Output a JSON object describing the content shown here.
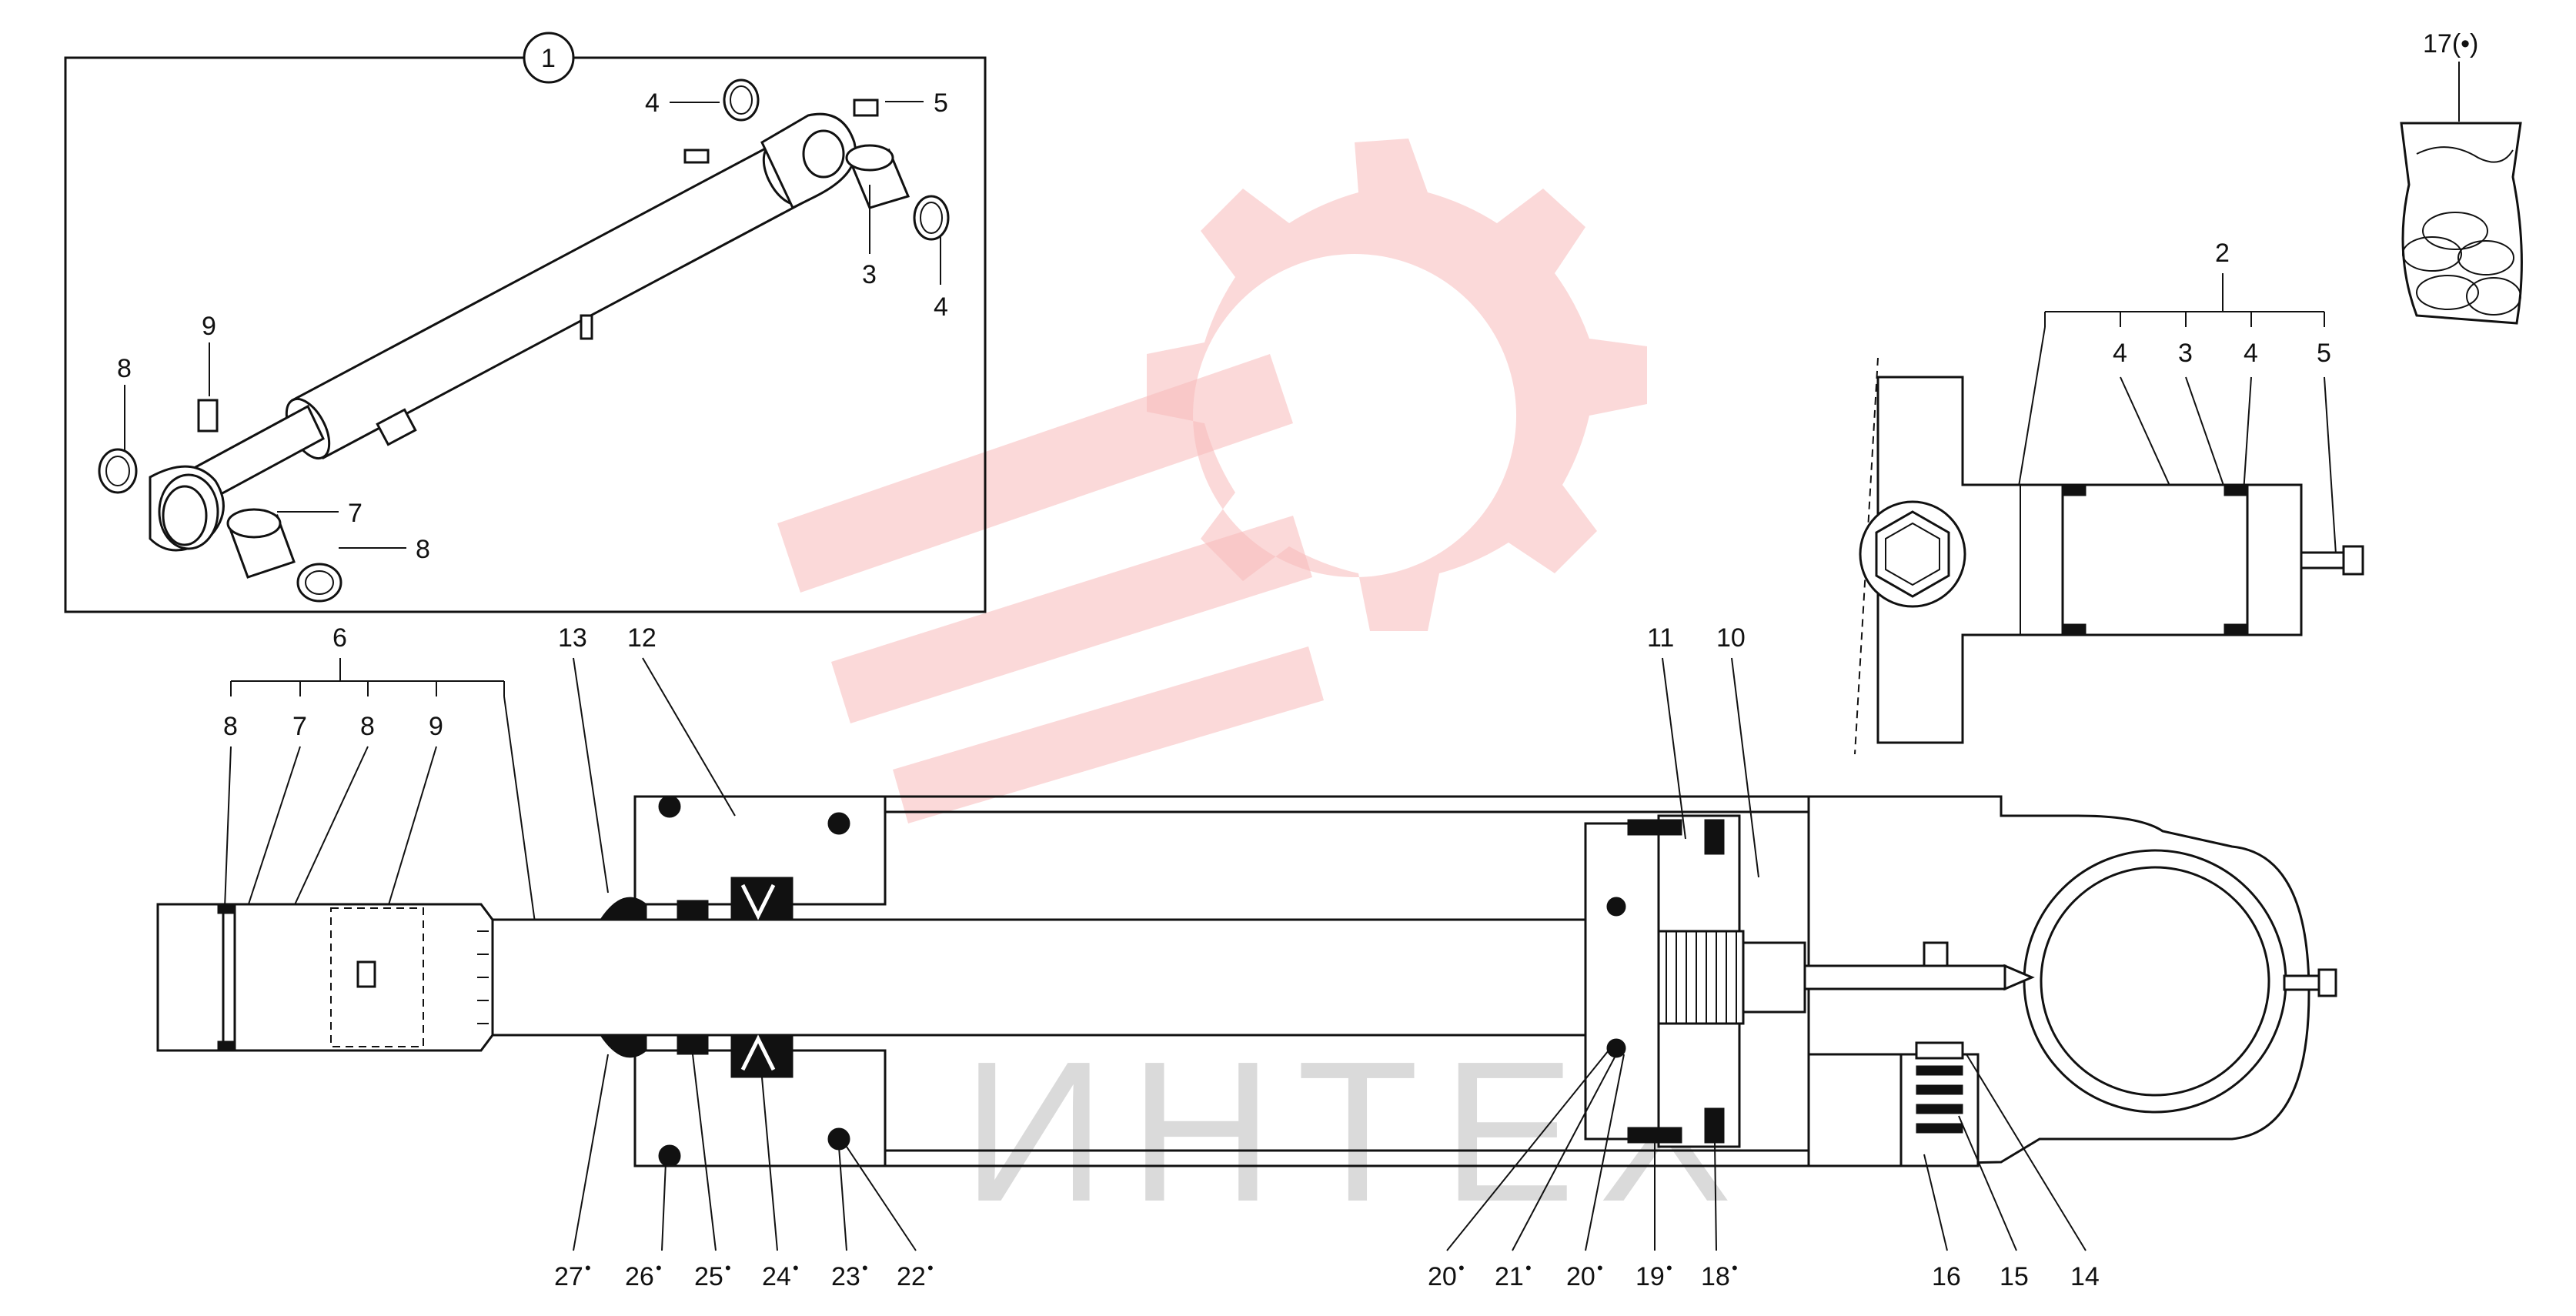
{
  "watermark": {
    "text": "ИНТЕХ",
    "logo_color": "#f7b9b9",
    "text_color": "#bdbdbd"
  },
  "labels": {
    "kit_number": "1",
    "inset_4a": "4",
    "inset_5": "5",
    "inset_3": "3",
    "inset_4b": "4",
    "inset_9": "9",
    "inset_8a": "8",
    "inset_7": "7",
    "inset_8b": "8",
    "seal_kit": "17(•)",
    "cap_2": "2",
    "cap_4a": "4",
    "cap_3": "3",
    "cap_4b": "4",
    "cap_5": "5",
    "rod_6": "6",
    "rod_8a": "8",
    "rod_7": "7",
    "rod_8b": "8",
    "rod_9": "9",
    "n13": "13",
    "n12": "12",
    "n11": "11",
    "n10": "10",
    "b27": "27",
    "b26": "26",
    "b25": "25",
    "b24": "24",
    "b23": "23",
    "b22": "22",
    "b20a": "20",
    "b21": "21",
    "b20b": "20",
    "b19": "19",
    "b18": "18",
    "b16": "16",
    "b15": "15",
    "b14": "14",
    "bullet": "•"
  }
}
